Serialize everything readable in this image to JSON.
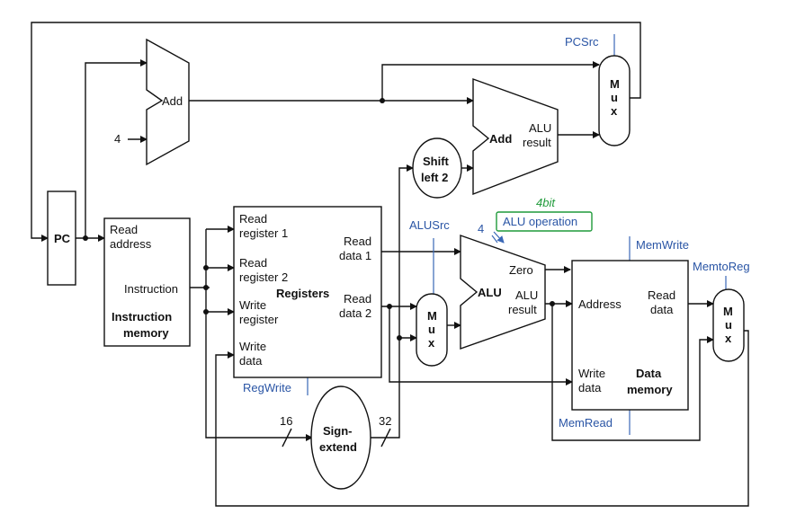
{
  "pc": {
    "label": "PC"
  },
  "instruction_memory": {
    "read_address_1": "Read",
    "read_address_2": "address",
    "instruction": "Instruction",
    "title_1": "Instruction",
    "title_2": "memory"
  },
  "add_pc": {
    "label": "Add",
    "const_four": "4"
  },
  "registers": {
    "read_reg1_a": "Read",
    "read_reg1_b": "register 1",
    "read_reg2_a": "Read",
    "read_reg2_b": "register 2",
    "write_reg_a": "Write",
    "write_reg_b": "register",
    "write_data_a": "Write",
    "write_data_b": "data",
    "read_data1_a": "Read",
    "read_data1_b": "data 1",
    "read_data2_a": "Read",
    "read_data2_b": "data 2",
    "title": "Registers"
  },
  "sign_extend": {
    "label_1": "Sign-",
    "label_2": "extend",
    "in_width": "16",
    "out_width": "32"
  },
  "shift_left": {
    "label_1": "Shift",
    "label_2": "left 2"
  },
  "add_branch": {
    "label": "Add",
    "result_1": "ALU",
    "result_2": "result"
  },
  "alu": {
    "label": "ALU",
    "zero": "Zero",
    "result_1": "ALU",
    "result_2": "result",
    "op_width": "4"
  },
  "data_memory": {
    "address": "Address",
    "read_data_1": "Read",
    "read_data_2": "data",
    "write_data_1": "Write",
    "write_data_2": "data",
    "title_1": "Data",
    "title_2": "memory"
  },
  "mux": {
    "m": "M",
    "u": "u",
    "x": "x"
  },
  "control": {
    "pcsrc": "PCSrc",
    "alusrc": "ALUSrc",
    "alu_operation": "ALU operation",
    "regwrite": "RegWrite",
    "memwrite": "MemWrite",
    "memread": "MemRead",
    "memtoreg": "MemtoReg"
  },
  "annotation": {
    "handwritten": "4bit"
  },
  "colors": {
    "control": "#2a55a5",
    "annotation": "#1f9a3a",
    "wire": "#111111"
  }
}
